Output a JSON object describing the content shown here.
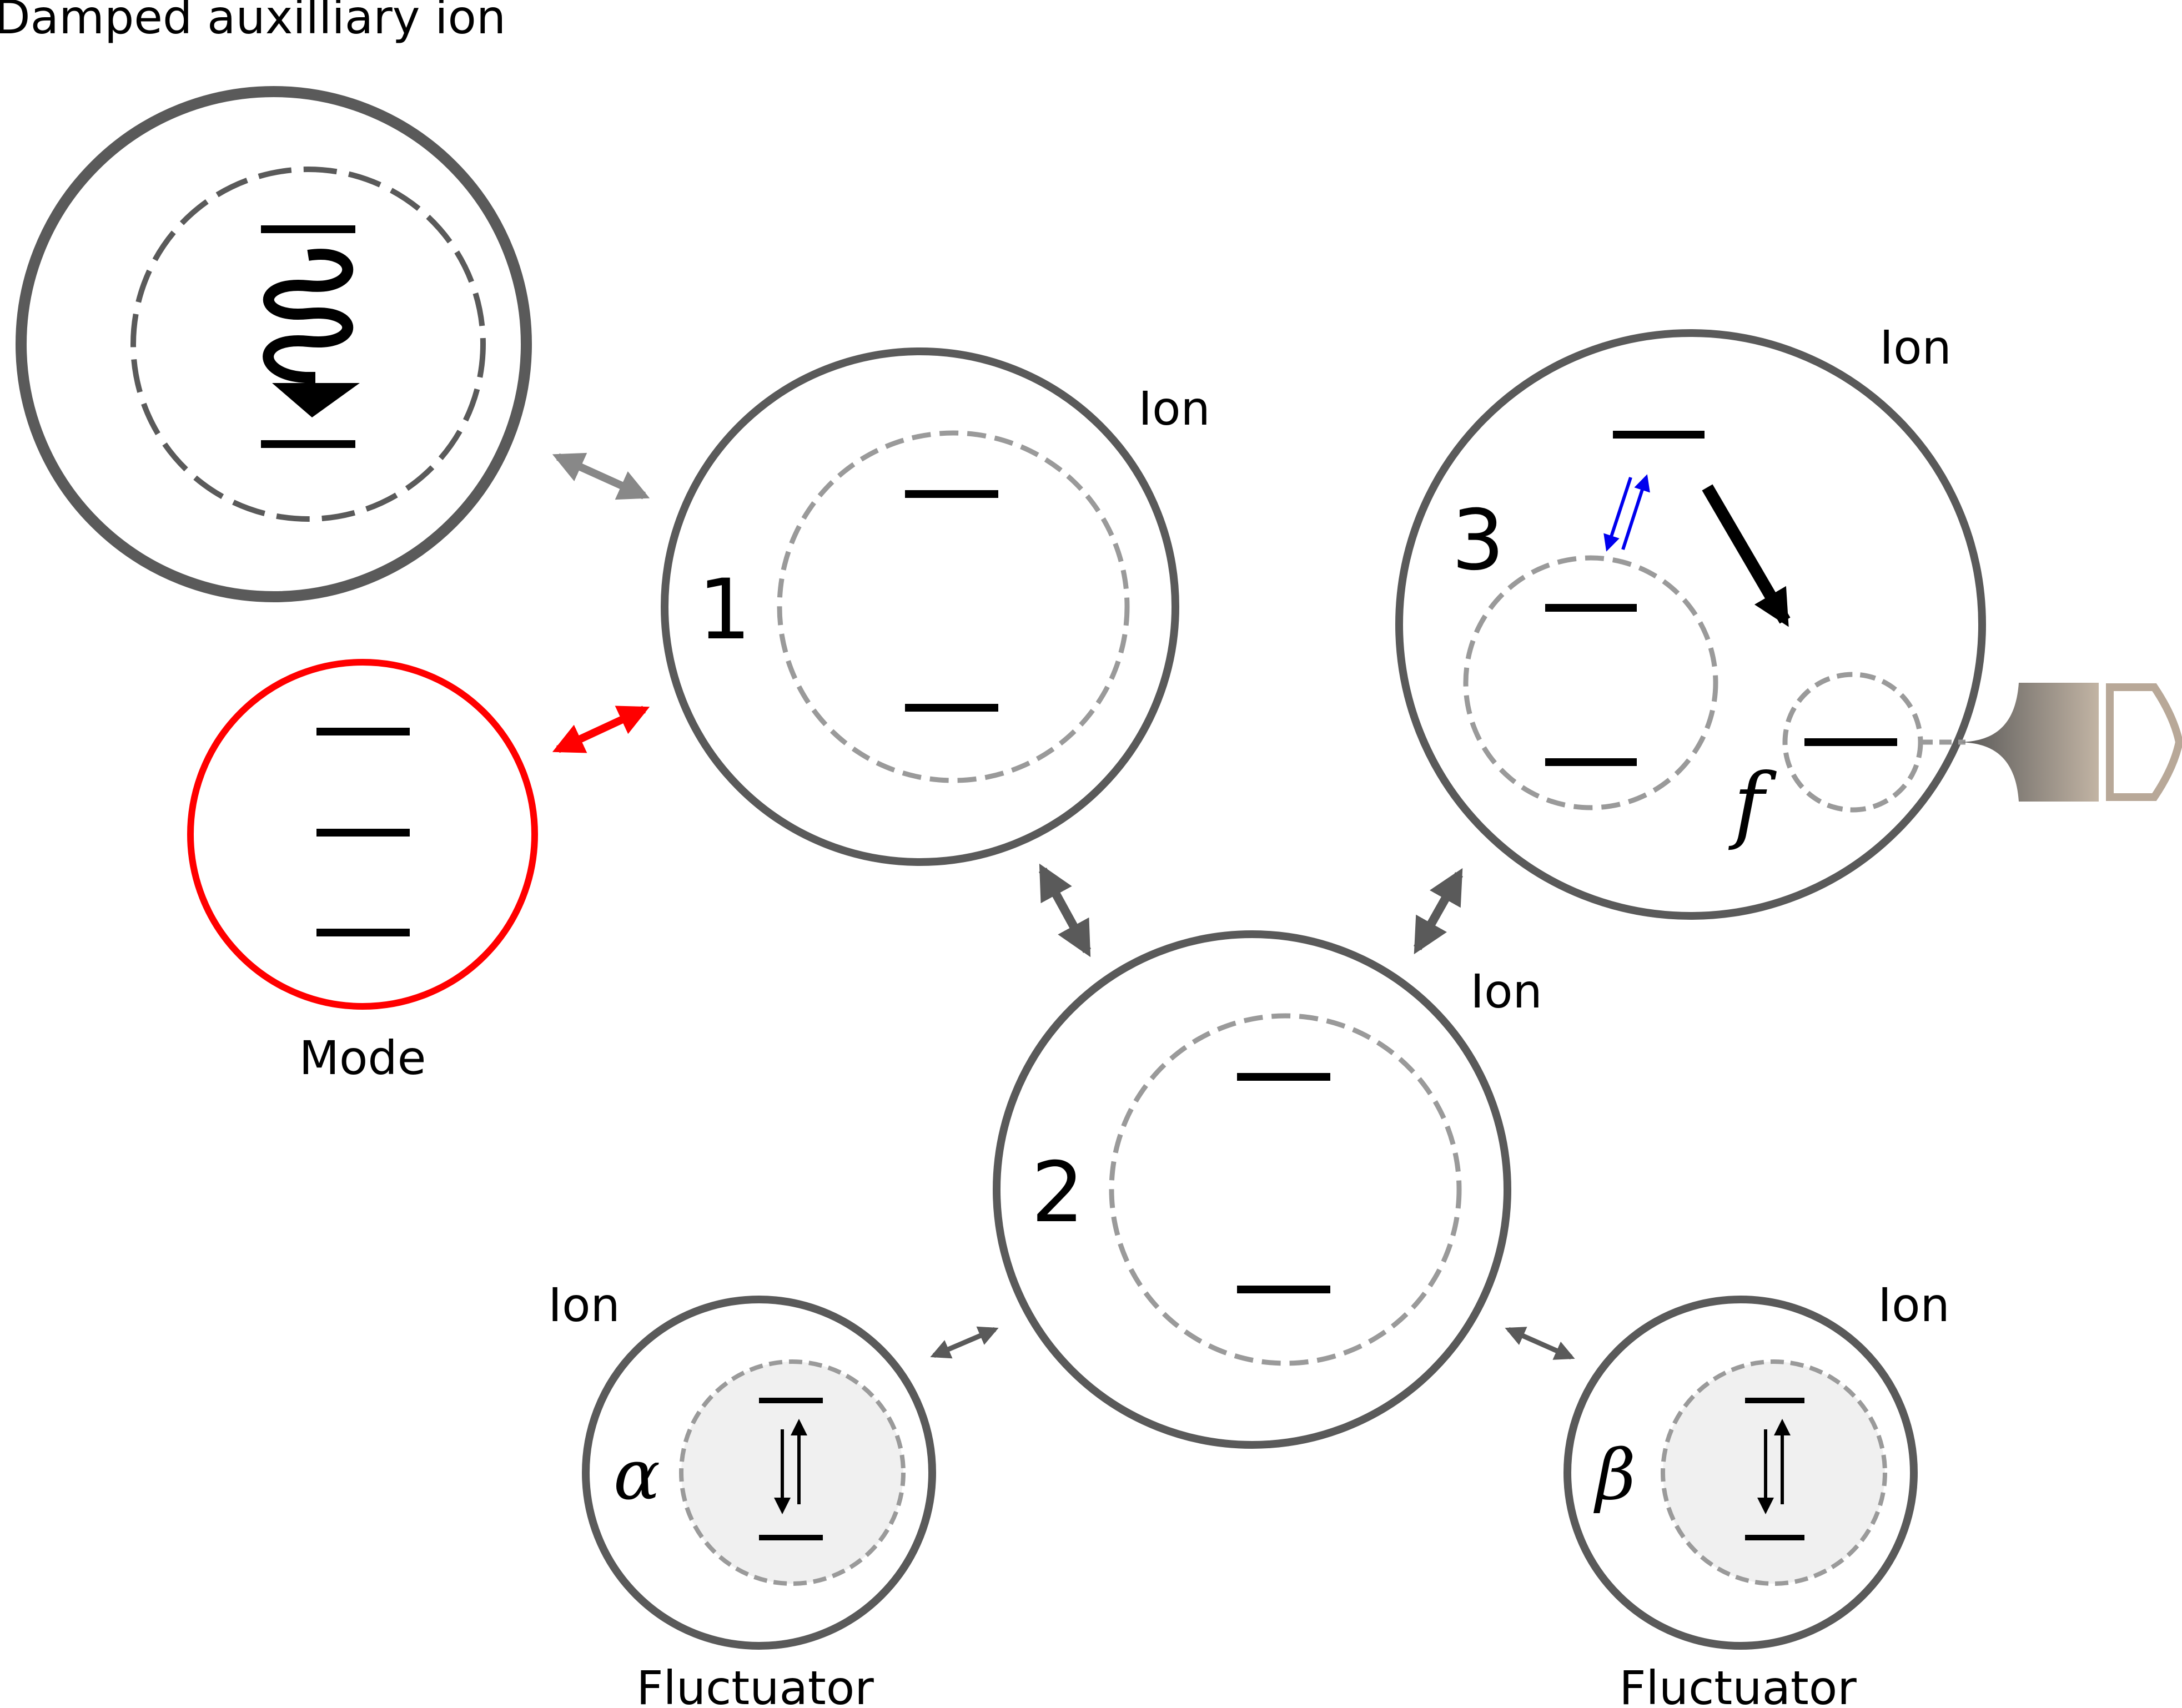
{
  "labels": {
    "damped_aux_ion": "Damped auxilliary ion",
    "mode": "Mode",
    "ion_1": "Ion",
    "ion_2": "Ion",
    "ion_3": "Ion",
    "ion_alpha": "Ion",
    "ion_beta": "Ion",
    "fluctuator_alpha": "Fluctuator",
    "fluctuator_beta": "Fluctuator"
  },
  "node_numbers": {
    "n1": "1",
    "n2": "2",
    "n3": "3"
  },
  "symbols": {
    "f": "f",
    "alpha": "α",
    "beta": "β"
  },
  "colors": {
    "outline": "#5a5a5a",
    "dashed": "#9a9a9a",
    "mode": "#ff0000",
    "coupling_blue": "#0000ee",
    "detector": "#b8a898",
    "fluctuator_fill": "#f0f0f0"
  }
}
